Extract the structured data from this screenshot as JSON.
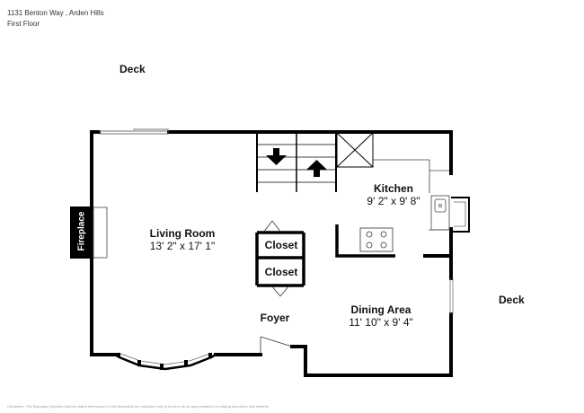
{
  "header": {
    "address": "1131 Benton Way , Arden Hills",
    "floor": "First Floor"
  },
  "labels": {
    "deck_top": "Deck",
    "deck_right": "Deck",
    "fireplace": "Fireplace",
    "closet_upper": "Closet",
    "closet_lower": "Closet",
    "foyer": "Foyer"
  },
  "rooms": [
    {
      "name": "Living Room",
      "dimensions": "13' 2\" x 17' 1\""
    },
    {
      "name": "Kitchen",
      "dimensions": "9' 2\" x 9' 8\""
    },
    {
      "name": "Dining Area",
      "dimensions": "11' 10\" x 9' 4\""
    }
  ],
  "footer": {
    "disclaimer": "Disclaimer: The floorplans depicted and the stated dimensions in this illustration are indicative only and serve as an approximation of existing structures and features."
  },
  "colors": {
    "wall": "#000000",
    "line": "#555555",
    "background": "#ffffff"
  }
}
